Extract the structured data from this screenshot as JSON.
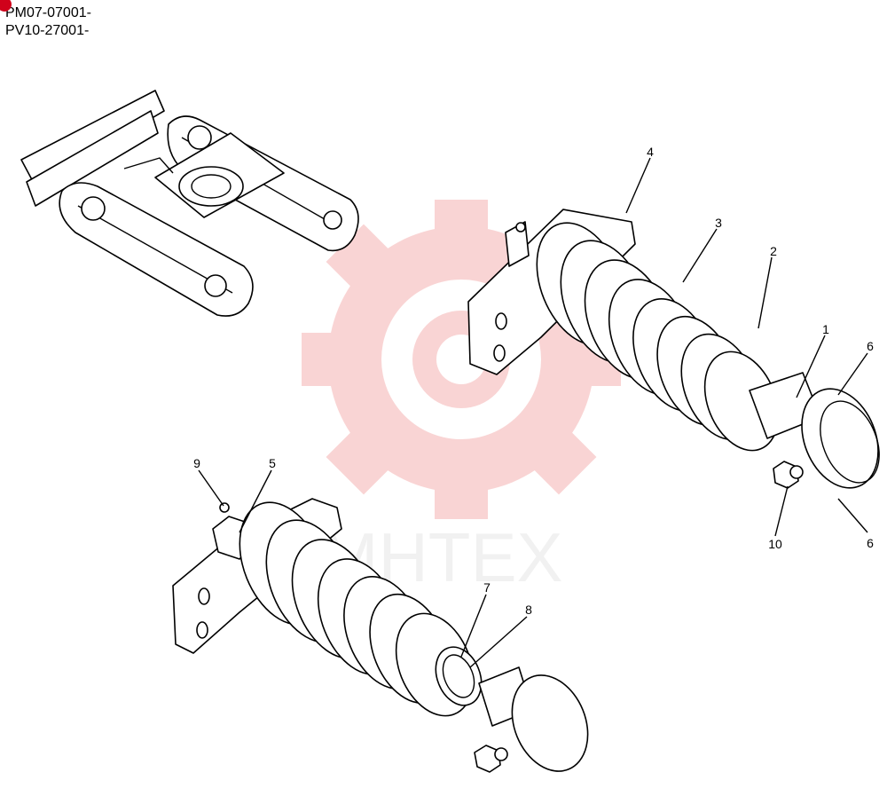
{
  "serial_numbers": [
    "PM07-07001-",
    "PV10-27001-"
  ],
  "watermark": {
    "text": "MHTEX",
    "color": "#e8423f"
  },
  "callouts": [
    {
      "id": "c1",
      "label": "1"
    },
    {
      "id": "c2",
      "label": "2"
    },
    {
      "id": "c3",
      "label": "3"
    },
    {
      "id": "c4",
      "label": "4"
    },
    {
      "id": "c5",
      "label": "5"
    },
    {
      "id": "c6a",
      "label": "6"
    },
    {
      "id": "c6b",
      "label": "6"
    },
    {
      "id": "c7",
      "label": "7"
    },
    {
      "id": "c8",
      "label": "8"
    },
    {
      "id": "c9",
      "label": "9"
    },
    {
      "id": "c10",
      "label": "10"
    }
  ]
}
